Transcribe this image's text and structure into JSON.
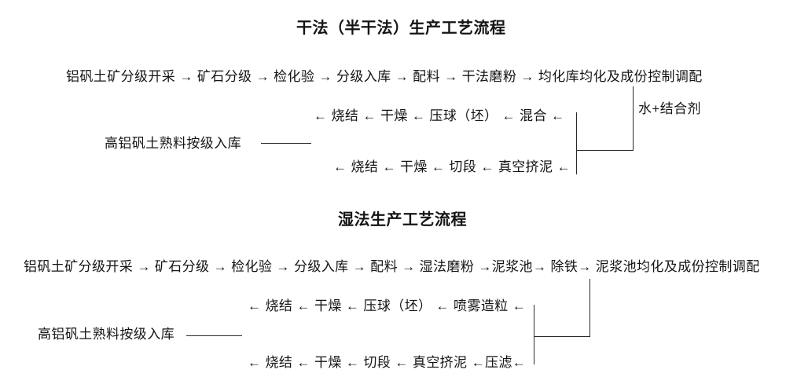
{
  "page": {
    "background": "#ffffff",
    "text_color": "#141414",
    "line_color": "#2a2a2a"
  },
  "dry_process": {
    "title": "干法（半干法）生产工艺流程",
    "main_line": "铝矾土矿分级开采 → 矿石分级 → 检化验 → 分级入库 → 配料 → 干法磨粉 → 均化库均化及成份控制调配",
    "additive_label": "水+结合剂",
    "press_line": "← 烧结 ← 干燥 ← 压球（坯） ← 混合 ←",
    "storage_label": "高铝矾土熟料按级入库",
    "extrude_line": "← 烧结 ← 干燥 ← 切段 ← 真空挤泥 ←"
  },
  "wet_process": {
    "title": "湿法生产工艺流程",
    "main_line": "铝矾土矿分级开采 → 矿石分级 → 检化验 → 分级入库 → 配料 → 湿法磨粉 →泥浆池→ 除铁→ 泥浆池均化及成份控制调配",
    "spray_line": "← 烧结 ← 干燥 ← 压球（坯） ← 喷雾造粒 ←",
    "storage_label": "高铝矾土熟料按级入库",
    "extrude_line": "← 烧结 ← 干燥 ← 切段 ← 真空挤泥 ←压滤←"
  }
}
